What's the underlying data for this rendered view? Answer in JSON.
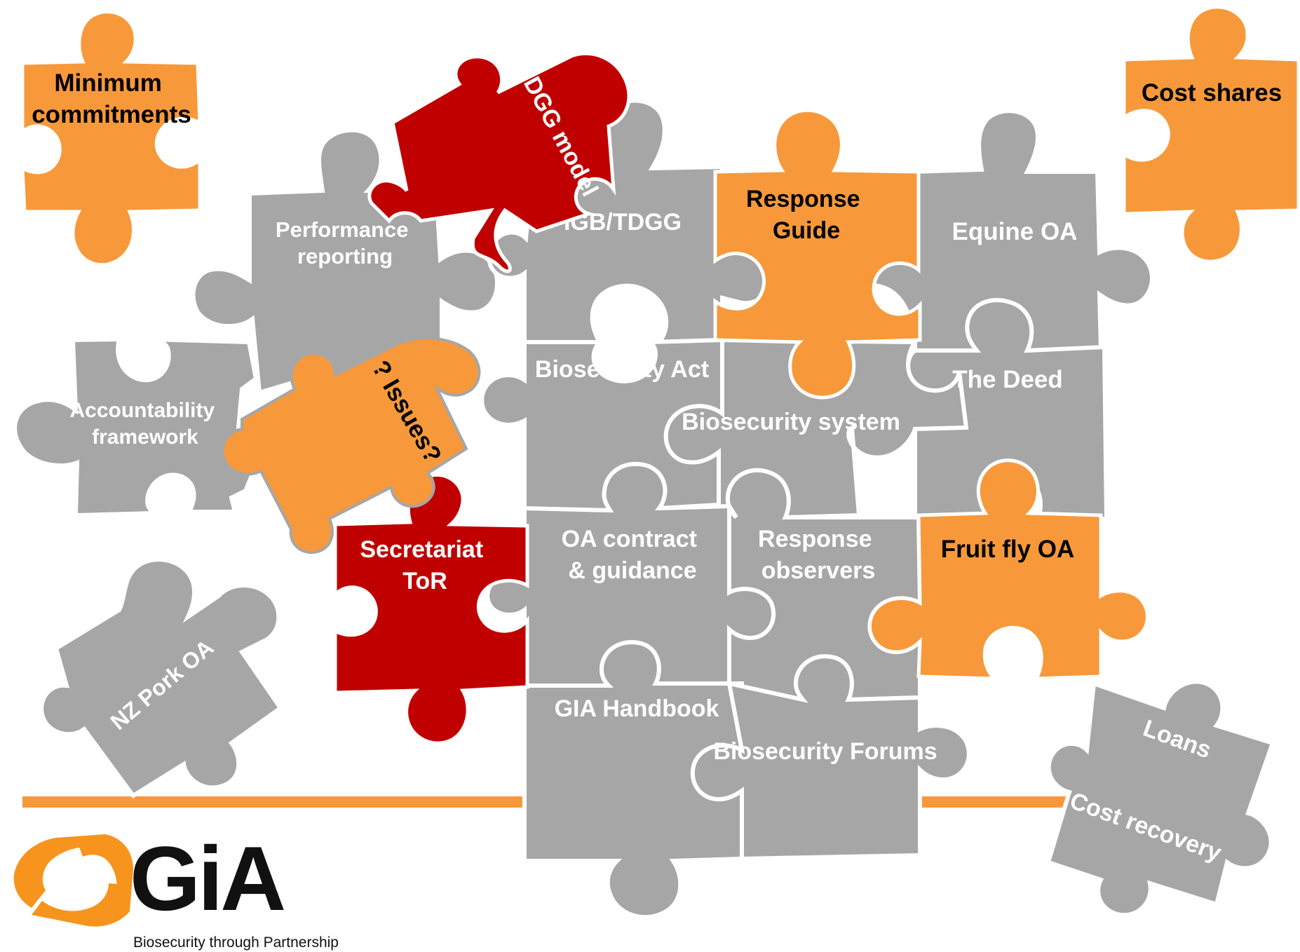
{
  "colors": {
    "grey": "#a6a6a6",
    "orange": "#f7993a",
    "red": "#c00000",
    "outline": "#ffffff",
    "rule": "#f7993a",
    "logo_black": "#111111",
    "logo_orange": "#f7941d"
  },
  "pieces": {
    "minimum_commitments": [
      "Minimum",
      "commitments"
    ],
    "cost_shares": [
      "Cost shares"
    ],
    "dgg_model": [
      "DGG model"
    ],
    "performance_reporting": [
      "Performance",
      "reporting"
    ],
    "igb_tdgg": [
      "IGB/TDGG"
    ],
    "response_guide": [
      "Response",
      "Guide"
    ],
    "equine_oa": [
      "Equine OA"
    ],
    "accountability_framework": [
      "Accountability",
      "framework"
    ],
    "issues": [
      "? Issues?"
    ],
    "biosecurity_act": [
      "Biosecurity Act"
    ],
    "the_deed": [
      "The Deed"
    ],
    "biosecurity_system": [
      "Biosecurity system"
    ],
    "secretariat_tor": [
      "Secretariat",
      "ToR"
    ],
    "oa_contract": [
      "OA contract",
      "& guidance"
    ],
    "response_observers": [
      "Response",
      "observers"
    ],
    "fruit_fly_oa": [
      "Fruit fly OA"
    ],
    "nz_pork_oa": [
      "NZ Pork OA"
    ],
    "gia_handbook": [
      "GIA Handbook"
    ],
    "biosecurity_forums": [
      "Biosecurity Forums"
    ],
    "loans": [
      "Loans"
    ],
    "cost_recovery": [
      "Cost recovery"
    ]
  },
  "logo": {
    "wordmark": "GiA",
    "tagline": "Biosecurity through Partnership",
    "icon": "swirl-logo-icon"
  }
}
